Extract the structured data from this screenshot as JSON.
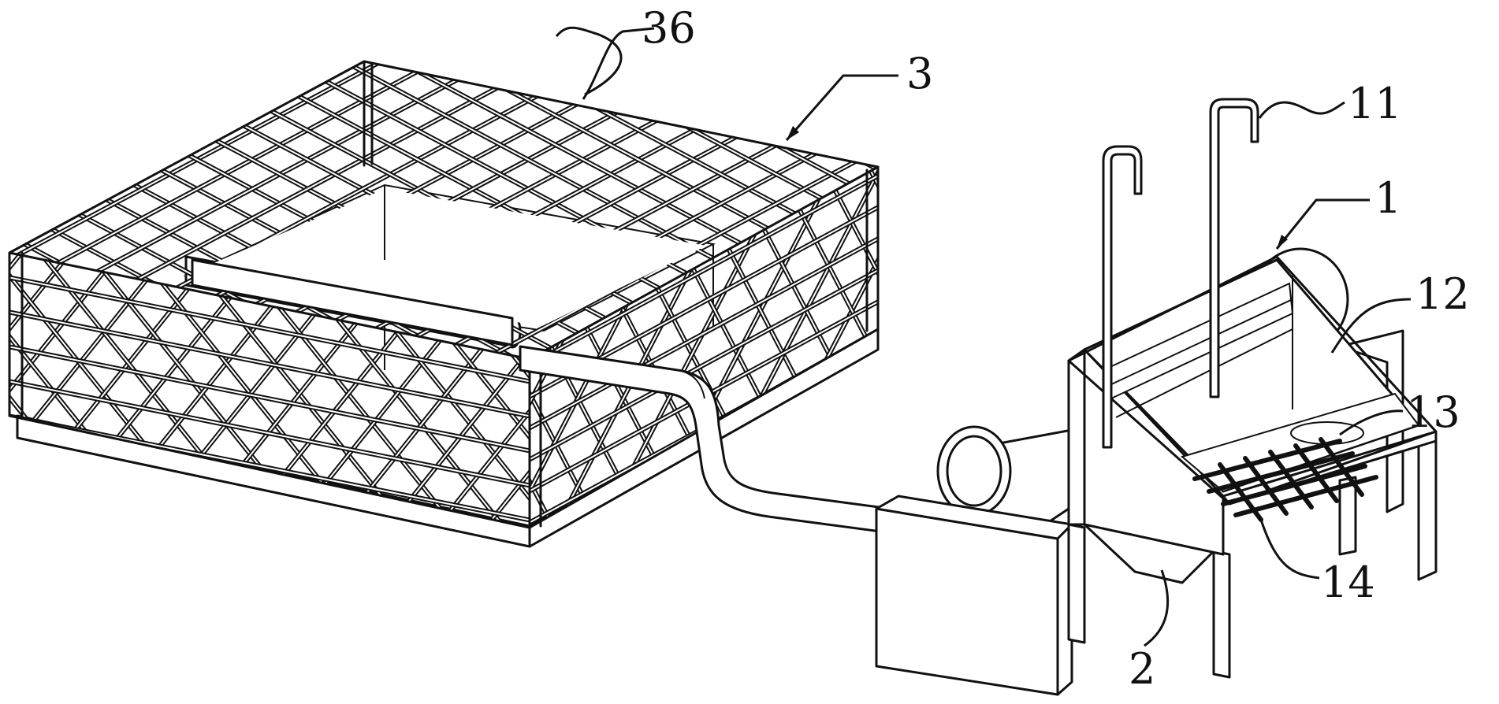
{
  "labels": {
    "l36": "36",
    "l3": "3",
    "l11": "11",
    "l1": "1",
    "l12": "12",
    "l13": "13",
    "l14": "14",
    "l2": "2"
  },
  "colors": {
    "line": "#111111",
    "background": "#ffffff"
  }
}
